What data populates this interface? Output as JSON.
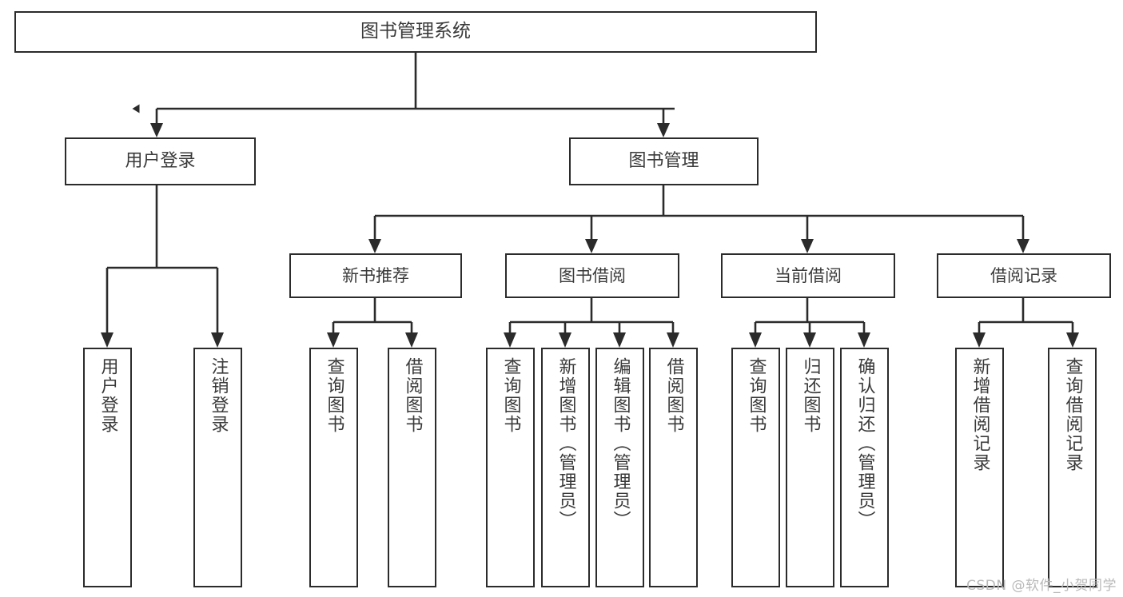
{
  "diagram": {
    "title": "图书管理系统",
    "watermark": "CSDN @软件_小贺同学",
    "accent_color": "#2b2b2b",
    "text_color": "#3a3a3a",
    "background_color": "#ffffff",
    "nodes": {
      "root": {
        "label": "图书管理系统"
      },
      "level1": [
        {
          "id": "user-login",
          "label": "用户登录"
        },
        {
          "id": "book-manage",
          "label": "图书管理"
        }
      ],
      "level2": [
        {
          "id": "new-book-recommend",
          "label": "新书推荐"
        },
        {
          "id": "book-borrow",
          "label": "图书借阅"
        },
        {
          "id": "current-borrow",
          "label": "当前借阅"
        },
        {
          "id": "borrow-record",
          "label": "借阅记录"
        }
      ],
      "leaves": [
        {
          "id": "leaf-user-login",
          "label": "用户登录",
          "parent": "user-login"
        },
        {
          "id": "leaf-logout-login",
          "label": "注销登录",
          "parent": "user-login"
        },
        {
          "id": "leaf-query-book-1",
          "label": "查询图书",
          "parent": "new-book-recommend"
        },
        {
          "id": "leaf-borrow-book-1",
          "label": "借阅图书",
          "parent": "new-book-recommend"
        },
        {
          "id": "leaf-query-book-2",
          "label": "查询图书",
          "parent": "book-borrow"
        },
        {
          "id": "leaf-add-book",
          "label": "新增图书（管理员）",
          "parent": "book-borrow"
        },
        {
          "id": "leaf-edit-book",
          "label": "编辑图书（管理员）",
          "parent": "book-borrow"
        },
        {
          "id": "leaf-borrow-book-2",
          "label": "借阅图书",
          "parent": "book-borrow"
        },
        {
          "id": "leaf-query-book-3",
          "label": "查询图书",
          "parent": "current-borrow"
        },
        {
          "id": "leaf-return-book",
          "label": "归还图书",
          "parent": "current-borrow"
        },
        {
          "id": "leaf-confirm-return",
          "label": "确认归还（管理员）",
          "parent": "current-borrow"
        },
        {
          "id": "leaf-add-record",
          "label": "新增借阅记录",
          "parent": "borrow-record"
        },
        {
          "id": "leaf-query-record",
          "label": "查询借阅记录",
          "parent": "borrow-record"
        }
      ]
    }
  }
}
